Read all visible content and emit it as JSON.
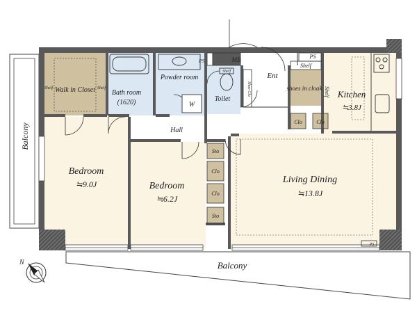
{
  "rooms": {
    "bedroom1": {
      "name": "Bedroom",
      "size": "≒9.0J"
    },
    "bedroom2": {
      "name": "Bedroom",
      "size": "≒6.2J"
    },
    "living": {
      "name": "Living Dining",
      "size": "≒13.8J"
    },
    "kitchen": {
      "name": "Kitchen",
      "size": "≒3.8J"
    },
    "walkin": {
      "name": "Walk in Closet"
    },
    "bath": {
      "name": "Bath room",
      "capacity": "(1620)"
    },
    "powder": {
      "name": "Powder room"
    },
    "toilet": {
      "name": "Toilet"
    },
    "hall": {
      "name": "Hall"
    },
    "ent": {
      "name": "Ent"
    },
    "shoes": {
      "name": "shoes in cloak"
    }
  },
  "labels": {
    "balcony_left": "Balcony",
    "balcony_bottom": "Balcony",
    "mb": "MB",
    "ps": "PS",
    "shelf": "Shelf",
    "clo": "Clo",
    "sto": "Sto",
    "w": "W",
    "shoe_clo": "Shoe Clo",
    "compass_n": "N"
  },
  "colors": {
    "wall": "#595959",
    "bedroom_floor": "#fbf4e3",
    "closet_floor": "#cfc1a0",
    "wet_floor": "#dbe8f4",
    "line": "#333333"
  }
}
